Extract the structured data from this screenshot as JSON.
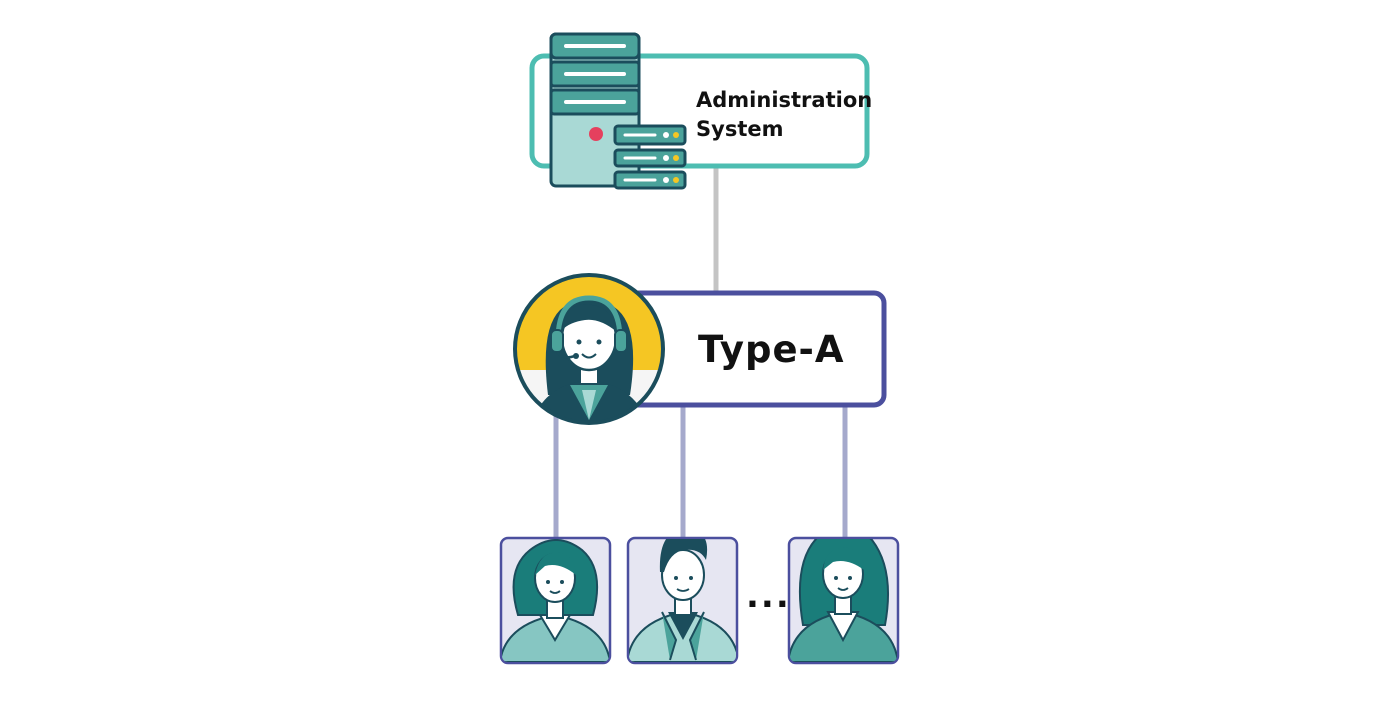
{
  "admin": {
    "line1": "Administration",
    "line2": "System"
  },
  "hub": {
    "label": "Type-A"
  },
  "ellipsis": "...",
  "colors": {
    "teal_border": "#4dbdb1",
    "navy_border": "#4b4f9e",
    "connector_grey": "#c4c4c4",
    "connector_lavender": "#a5a9cc",
    "server_teal": "#4ba39b",
    "server_dark": "#1b4d5c",
    "agent_yellow": "#f5c623",
    "card_bg": "#e6e6f2"
  },
  "icons": [
    "server-icon",
    "operator-headset-icon",
    "user-woman-icon",
    "user-man-icon"
  ]
}
